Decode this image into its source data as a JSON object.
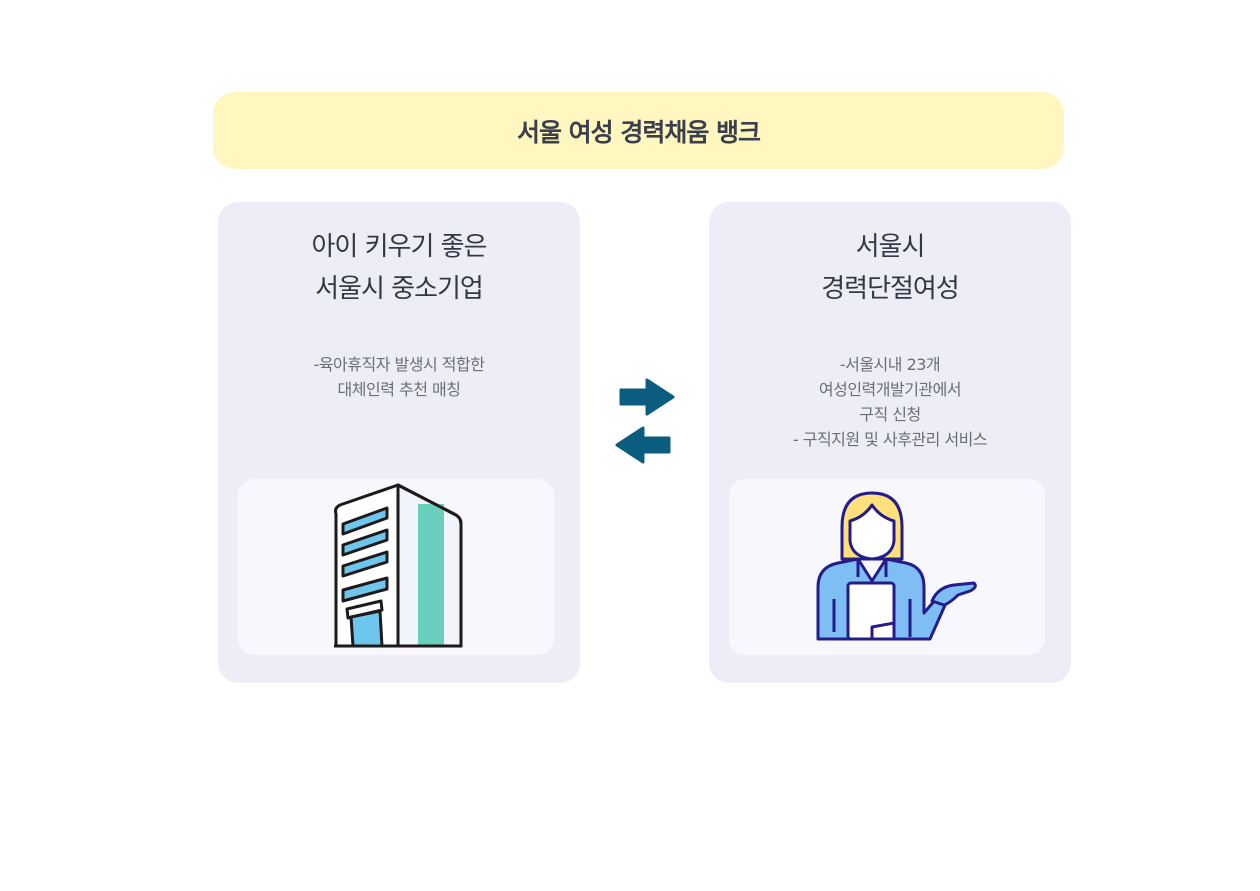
{
  "banner": {
    "title": "서울 여성 경력채움 뱅크"
  },
  "left_card": {
    "title_lines": [
      "아이 키우기 좋은",
      "서울시 중소기업"
    ],
    "desc_lines": [
      "-육아휴직자 발생시 적합한",
      "대체인력 추천 매칭"
    ],
    "icon": "office-building-icon"
  },
  "right_card": {
    "title_lines": [
      "서울시",
      "경력단절여성"
    ],
    "desc_lines": [
      "-서울시내 23개",
      "여성인력개발기관에서",
      "구직 신청",
      "- 구직지원 및 사후관리 서비스"
    ],
    "icon": "woman-presenter-icon"
  },
  "arrows": {
    "icon": "bidirectional-exchange-arrows-icon",
    "color": "#0a5d7e"
  },
  "colors": {
    "banner_bg": "#fff7bf",
    "card_bg": "#ededf7",
    "image_bg": "#f8f7fe",
    "building_window": "#6ec6ed",
    "building_stripe": "#69cfbd",
    "woman_hair": "#ffe07a",
    "woman_shirt": "#7fbef5",
    "woman_outline": "#241c8a"
  }
}
